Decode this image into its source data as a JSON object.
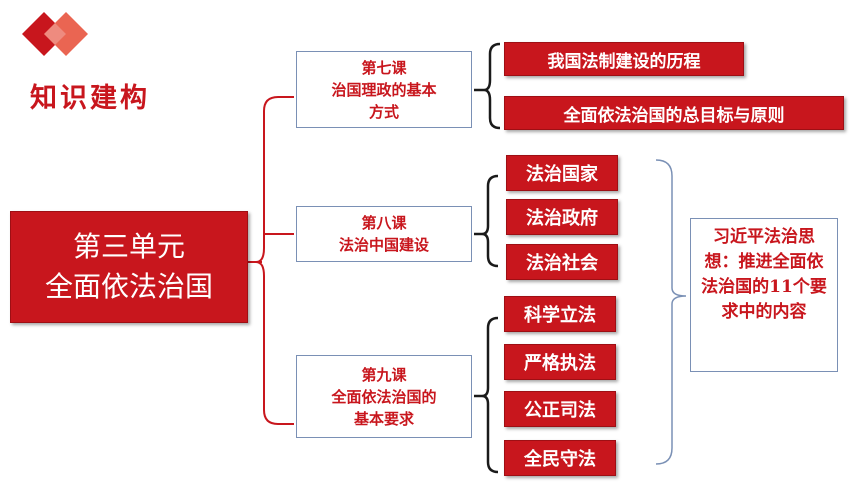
{
  "colors": {
    "accent": "#c8161d",
    "border": "#7a90b5"
  },
  "logo": {
    "icon": "diamond-logo-icon"
  },
  "header": {
    "title": "知识建构"
  },
  "unit": {
    "line1": "第三单元",
    "line2": "全面依法治国"
  },
  "lessons": [
    {
      "line1": "第七课",
      "line2": "治国理政的基本",
      "line3": "方式",
      "items": [
        "我国法制建设的历程",
        "全面依法治国的总目标与原则"
      ]
    },
    {
      "line1": "第八课",
      "line2": "法治中国建设",
      "line3": "",
      "items": [
        "法治国家",
        "法治政府",
        "法治社会"
      ]
    },
    {
      "line1": "第九课",
      "line2": "全面依法治国的",
      "line3": "基本要求",
      "items": [
        "科学立法",
        "严格执法",
        "公正司法",
        "全民守法"
      ]
    }
  ],
  "summary": {
    "text": "习近平法治思想：推进全面依法治国的11个要求中的内容"
  }
}
